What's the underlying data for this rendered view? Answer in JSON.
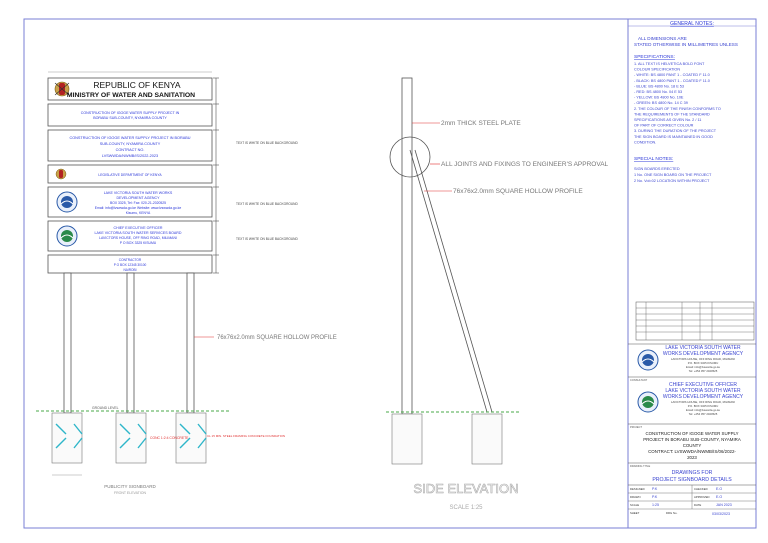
{
  "drawing": {
    "sign": {
      "title": "REPUBLIC OF KENYA",
      "subtitle": "MINISTRY OF WATER AND SANITATION",
      "project_line1": "CONSTRUCTION OF IGOGE WATER SUPPLY PROJECT IN",
      "project_line2": "BORABU SUB-COUNTY, NYAMIRA COUNTY",
      "contract_line1": "CONSTRUCTION OF IGOGE WATER SUPPLY PROJECT IN BORABU",
      "contract_line2": "SUB-COUNTY, NYAMIRA COUNTY",
      "contract_line3": "CONTRACT NO.",
      "contract_line4": "LVSWWDA/NWMB/IS/2022-2023",
      "department": "LEGISLATIVE DEPARTMENT OF KENYA",
      "agency_line1": "LAKE VICTORIA SOUTH WATER WORKS",
      "agency_line2": "DEVELOPMENT AGENCY",
      "agency_line3": "BOX 3325, Tel: Fax: 020-21-2020525",
      "agency_line4": "Email: info@lvswwda.go.ke Website: www.lvswwda.go.ke",
      "agency_line5": "Kisumu, KENYA",
      "officer_line1": "CHIEF EXECUTIVE OFFICER",
      "officer_line2": "LAKE VICTORIA SOUTH WATER SERVICES BOARD",
      "officer_line3": "LAVICTORS HOUSE, OFF RING ROAD, MILIMANI",
      "officer_line4": "P O BOX 3325 KISUMU",
      "contractor_line1": "CONTRACTOR",
      "contractor_line2": "P O BOX 12345 30100",
      "contractor_line3": "NAIROBI",
      "note_text_white": "TEXT IS WHITE ON BLUE BACKGROUND",
      "post_label": "76x76x2.0mm SQUARE HOLLOW PROFILE",
      "ground_label": "GROUND LEVEL",
      "concrete_label": "CONC 1:2:4 CONCRETE",
      "footing_label": "CL 15 MIN. STEEL FRAMING CONCRETE FOUNDATION",
      "caption": "PUBLICITY SIGNBOARD",
      "caption_scale": "FRONT ELEVATION"
    },
    "side": {
      "plate_label": "2mm THICK STEEL PLATE",
      "joints_label": "ALL JOINTS AND FIXINGS TO ENGINEER'S APPROVAL",
      "profile_label": "76x76x2.0mm SQUARE HOLLOW PROFILE",
      "title": "SIDE ELEVATION",
      "scale": "SCALE 1:25"
    },
    "notes": {
      "heading": "GENERAL NOTES:",
      "intro_line1": "ALL DIMENSIONS ARE",
      "intro_line2": "STATED OTHERWISE IN MILLIMETRES UNLESS",
      "spec_heading": "SPECIFICATIONS:",
      "spec_lines": [
        "1. ALL TEXT IS HELVETICA BOLD FONT",
        "   COLOUR SPECIFICATION",
        "   - WHITE: BS 4800 PANT 1 - COATED F 11.0",
        "   - BLACK: BS 4800 PANT 1 - COATED F 11.0",
        "   - BLUE: BS 4800 No. 18 E 53",
        "   - RED: BS 4800 No. 04 E 53",
        "   - YELLOW: BS 4800 No. 10E",
        "   - GREEN: BS 4800 No. 14 C 39",
        "2. THE COLOUR OF THE FINISH CONFORMS TO",
        "   THE REQUIREMENTS OF THE STANDARD",
        "   SPECIFICATIONS AS GIVEN No. 2 / 11",
        "   OF PART OF CORRECT COLOUR",
        "3. DURING THE DURATION OF THE PROJECT",
        "   THE SIGN BOARD IS MAINTAINED IN GOOD",
        "   CONDITION."
      ],
      "special_heading": "SPECIAL NOTES:",
      "special_lines": [
        "SIGN BOARDS ERECTED",
        "1 No. ONE SIGN BOARD ON THE PROJECT",
        "2 No. Vol=02 LOCATION WITHIN PROJECT"
      ]
    },
    "title_block": {
      "client_line1": "LAKE VICTORIA SOUTH WATER",
      "client_line2": "WORKS DEVELOPMENT AGENCY",
      "client_line3": "LAVICTORS HOUSE, OFF RING ROAD, MILIMANI",
      "client_line4": "P.O. BOX 3325 KISUMU",
      "client_line5": "Email: info@lvswwda.go.ke",
      "client_line6": "Tel: +254 057 2020525",
      "consultant_heading": "CONSULTANT",
      "ceo_line1": "CHIEF EXECUTIVE OFFICER",
      "ceo_line2": "LAKE VICTORIA SOUTH WATER",
      "ceo_line3": "WORKS DEVELOPMENT AGENCY",
      "ceo_line4": "LAVICTORS HOUSE, OFF RING ROAD, MILIMANI",
      "ceo_line5": "P.O. BOX 3325 KISUMU",
      "ceo_line6": "Email: info@lvswwda.go.ke",
      "ceo_line7": "Tel: +254 057 2020525",
      "project_heading": "PROJECT",
      "project_line1": "CONSTRUCTION OF IGOGE WATER SUPPLY",
      "project_line2": "PROJECT IN BORABU SUB-COUNTY, NYAMIRA",
      "project_line3": "COUNTY",
      "project_line4": "CONTRACT: LVSWWDA/NWMB/IS/06/2022-",
      "project_line5": "2023",
      "drawing_heading": "DRAWING TITLE",
      "drawing_line1": "DRAWINGS FOR",
      "drawing_line2": "PROJECT SIGNBOARD DETAILS",
      "designed_label": "DESIGNED",
      "designed_value": "P.K",
      "drawn_label": "DRAWN",
      "drawn_value": "P.K",
      "checked_label": "CHECKED",
      "checked_value": "E.O",
      "approved_label": "APPROVED",
      "approved_value": "E.O",
      "scale_label": "SCALE",
      "scale_value": "1:25",
      "date_label": "DATE",
      "date_value": "JAN 2023",
      "sheet_label": "SHEET",
      "drg_label": "DRG No.",
      "drg_value": "03/03/2023"
    }
  }
}
